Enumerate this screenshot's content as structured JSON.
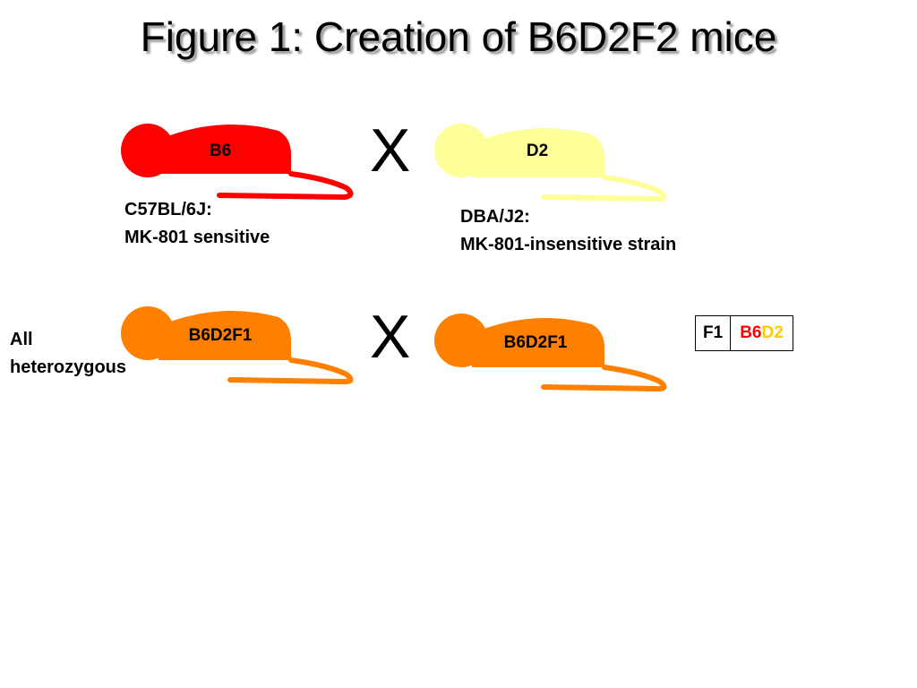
{
  "title": "Figure 1: Creation of B6D2F2 mice",
  "cross_symbol": "X",
  "mice": {
    "b6": {
      "label": "B6",
      "color": "#ff0000"
    },
    "d2": {
      "label": "D2",
      "color": "#ffff99"
    },
    "f1_left": {
      "label": "B6D2F1",
      "color": "#ff7f00"
    },
    "f1_right": {
      "label": "B6D2F1",
      "color": "#ff7f00"
    }
  },
  "captions": {
    "b6_line1": "C57BL/6J:",
    "b6_line2": "MK-801 sensitive",
    "d2_line1": "DBA/J2:",
    "d2_line2": "MK-801-insensitive strain",
    "het_line1": "All",
    "het_line2": "heterozygous"
  },
  "genotype_table": {
    "generation": "F1",
    "allele_b6": "B6",
    "allele_d2": "D2",
    "allele_b6_color": "#ff0000",
    "allele_d2_color": "#ffcc00"
  }
}
